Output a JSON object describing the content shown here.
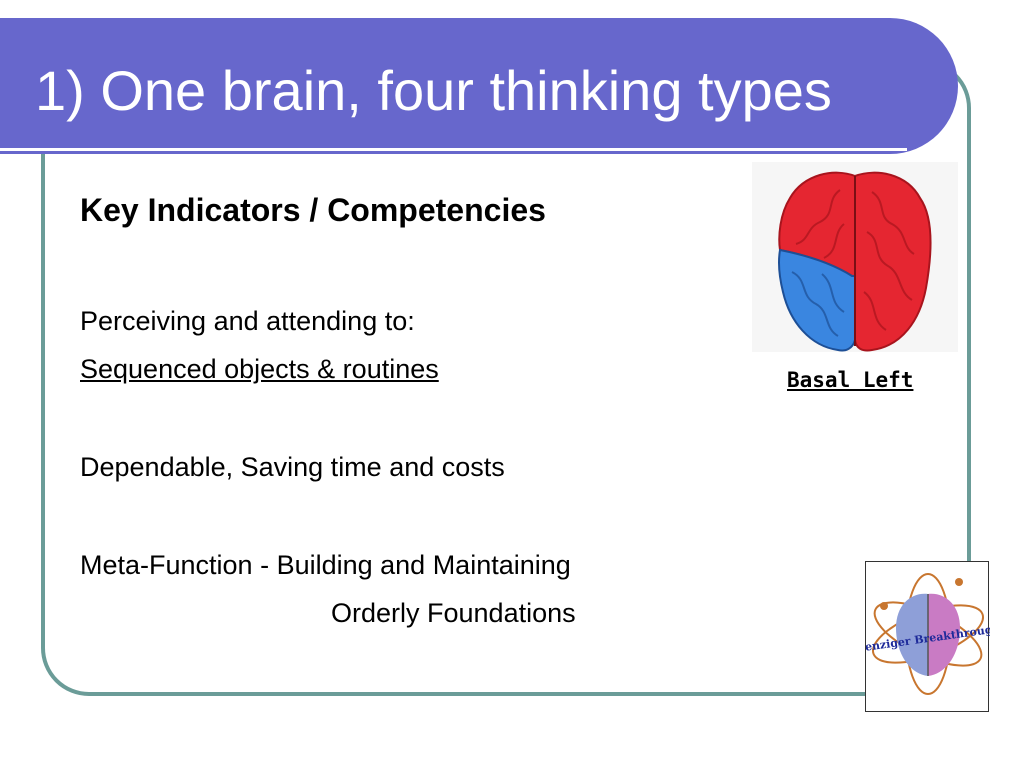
{
  "slide": {
    "title": "1) One brain, four thinking types",
    "heading": "Key Indicators / Competencies",
    "perceiving": "Perceiving and attending to:",
    "sequenced": "Sequenced objects & routines",
    "dependable": "Dependable, Saving time and costs",
    "meta_line1": "Meta-Function - Building and Maintaining",
    "meta_line2": "Orderly Foundations"
  },
  "brain_figure": {
    "caption": "Basal Left",
    "colors": {
      "highlight": "#e52631",
      "basal_left": "#3a86e0"
    }
  },
  "logo": {
    "text": "Benziger Breakthrough",
    "colors": {
      "orbit": "#c8762f",
      "text": "#1e2a9a",
      "left_brain": "#8e9fd8",
      "right_brain": "#c97bc4"
    }
  },
  "theme": {
    "title_bar": "#6767cc",
    "frame": "#6b9c98"
  }
}
